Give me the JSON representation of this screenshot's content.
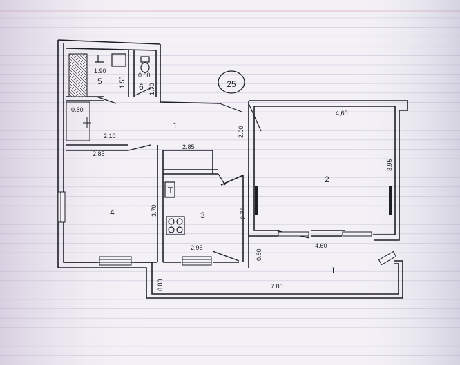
{
  "floor_plan": {
    "apartment_number": "25",
    "rooms": [
      {
        "number": "1",
        "label_key": "hall"
      },
      {
        "number": "2",
        "label_key": "big-room"
      },
      {
        "number": "3",
        "label_key": "kitchen"
      },
      {
        "number": "4",
        "label_key": "bedroom"
      },
      {
        "number": "5",
        "label_key": "bathroom"
      },
      {
        "number": "6",
        "label_key": "toilet"
      },
      {
        "number": "1",
        "label_key": "balcony"
      }
    ],
    "dimensions": {
      "bath_width": "1.90",
      "bath_depth": "1.55",
      "wc_width": "0.80",
      "wc_depth": "1.70",
      "hall_niche": "0.80",
      "hall_width": "2.10",
      "hall_depth": "2.00",
      "bedroom_width": "2.85",
      "bedroom_depth": "3.70",
      "kitchen_top": "2.85",
      "kitchen_depth": "2.70",
      "kitchen_width": "2,95",
      "room2_width_top": "4,60",
      "room2_depth": "3.95",
      "room2_width_bottom": "4.60",
      "balcony_depth_right": "0.80",
      "balcony_depth_left": "0.80",
      "balcony_length": "7.80"
    },
    "colors": {
      "paper": "#f3f1f6",
      "ink": "#1e1e26",
      "grid_line": "#c9c6dc",
      "margin_line": "#d8a7b6",
      "backdrop": "#d9d7e4"
    }
  }
}
